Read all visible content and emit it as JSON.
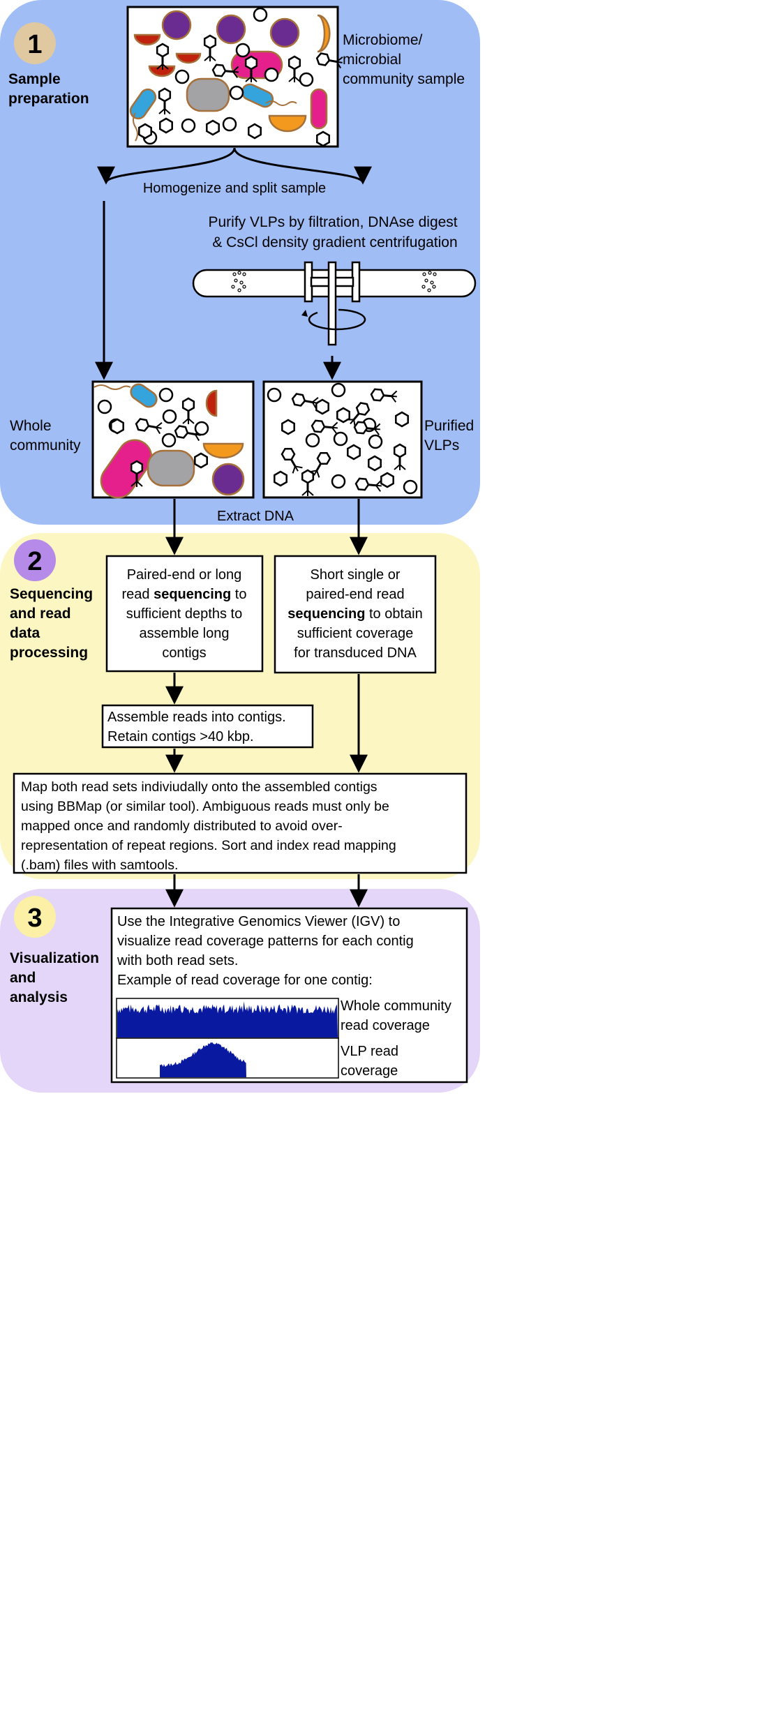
{
  "sections": [
    {
      "number": "1",
      "title_lines": [
        "Sample",
        "preparation"
      ]
    },
    {
      "number": "2",
      "title_lines": [
        "Sequencing",
        "and read",
        "data",
        "processing"
      ]
    },
    {
      "number": "3",
      "title_lines": [
        "Visualization",
        "and",
        "analysis"
      ]
    }
  ],
  "sample": {
    "label_lines": [
      "Microbiome/",
      "microbial",
      "community sample"
    ],
    "split_text": "Homogenize and split sample",
    "purify_lines": [
      "Purify VLPs by filtration, DNAse digest",
      "& CsCl density gradient centrifugation"
    ],
    "whole_label_lines": [
      "Whole",
      "community"
    ],
    "vlp_label_lines": [
      "Purified",
      "VLPs"
    ],
    "extract_text": "Extract DNA"
  },
  "sequencing": {
    "left_box_lines": [
      [
        {
          "t": "Paired-end or long",
          "b": false
        }
      ],
      [
        {
          "t": "read ",
          "b": false
        },
        {
          "t": "sequencing",
          "b": true
        },
        {
          "t": " to",
          "b": false
        }
      ],
      [
        {
          "t": "sufficient depths to",
          "b": false
        }
      ],
      [
        {
          "t": "assemble long",
          "b": false
        }
      ],
      [
        {
          "t": "contigs",
          "b": false
        }
      ]
    ],
    "right_box_lines": [
      [
        {
          "t": "Short single or",
          "b": false
        }
      ],
      [
        {
          "t": "paired-end read",
          "b": false
        }
      ],
      [
        {
          "t": "sequencing",
          "b": true
        },
        {
          "t": " to obtain",
          "b": false
        }
      ],
      [
        {
          "t": "sufficient coverage",
          "b": false
        }
      ],
      [
        {
          "t": "for transduced DNA",
          "b": false
        }
      ]
    ],
    "assemble_lines": [
      "Assemble reads into contigs.",
      "Retain contigs >40 kbp."
    ],
    "map_lines": [
      "Map both read sets indiviudally onto the assembled contigs",
      "using BBMap (or similar tool). Ambiguous reads must only be",
      "mapped once and randomly distributed to avoid over-",
      "representation of repeat regions. Sort and index read mapping",
      "(.bam) files with samtools."
    ]
  },
  "visualization": {
    "text_lines": [
      "Use the Integrative Genomics Viewer (IGV) to",
      "visualize read coverage patterns for each contig",
      "with both read sets.",
      "Example of read coverage for one contig:"
    ],
    "whole_track_lines": [
      "Whole community",
      "read coverage"
    ],
    "vlp_track_lines": [
      "VLP read",
      "coverage"
    ]
  },
  "colors": {
    "section1": "#a0bdf6",
    "section2": "#fbf6c2",
    "section3": "#e4d6f8",
    "badge1": "#e0c9a0",
    "badge2": "#b58ae8",
    "badge3": "#fbf0a6",
    "coverage": "#0a1aa0",
    "purple_cell": "#6a2c91",
    "magenta_cell": "#e5208c",
    "blue_cell": "#36a4dc",
    "orange_cell": "#f39a1e",
    "red_cell": "#c0220e",
    "gray_cell": "#a3a3a6",
    "cell_outline": "#a6703a"
  }
}
